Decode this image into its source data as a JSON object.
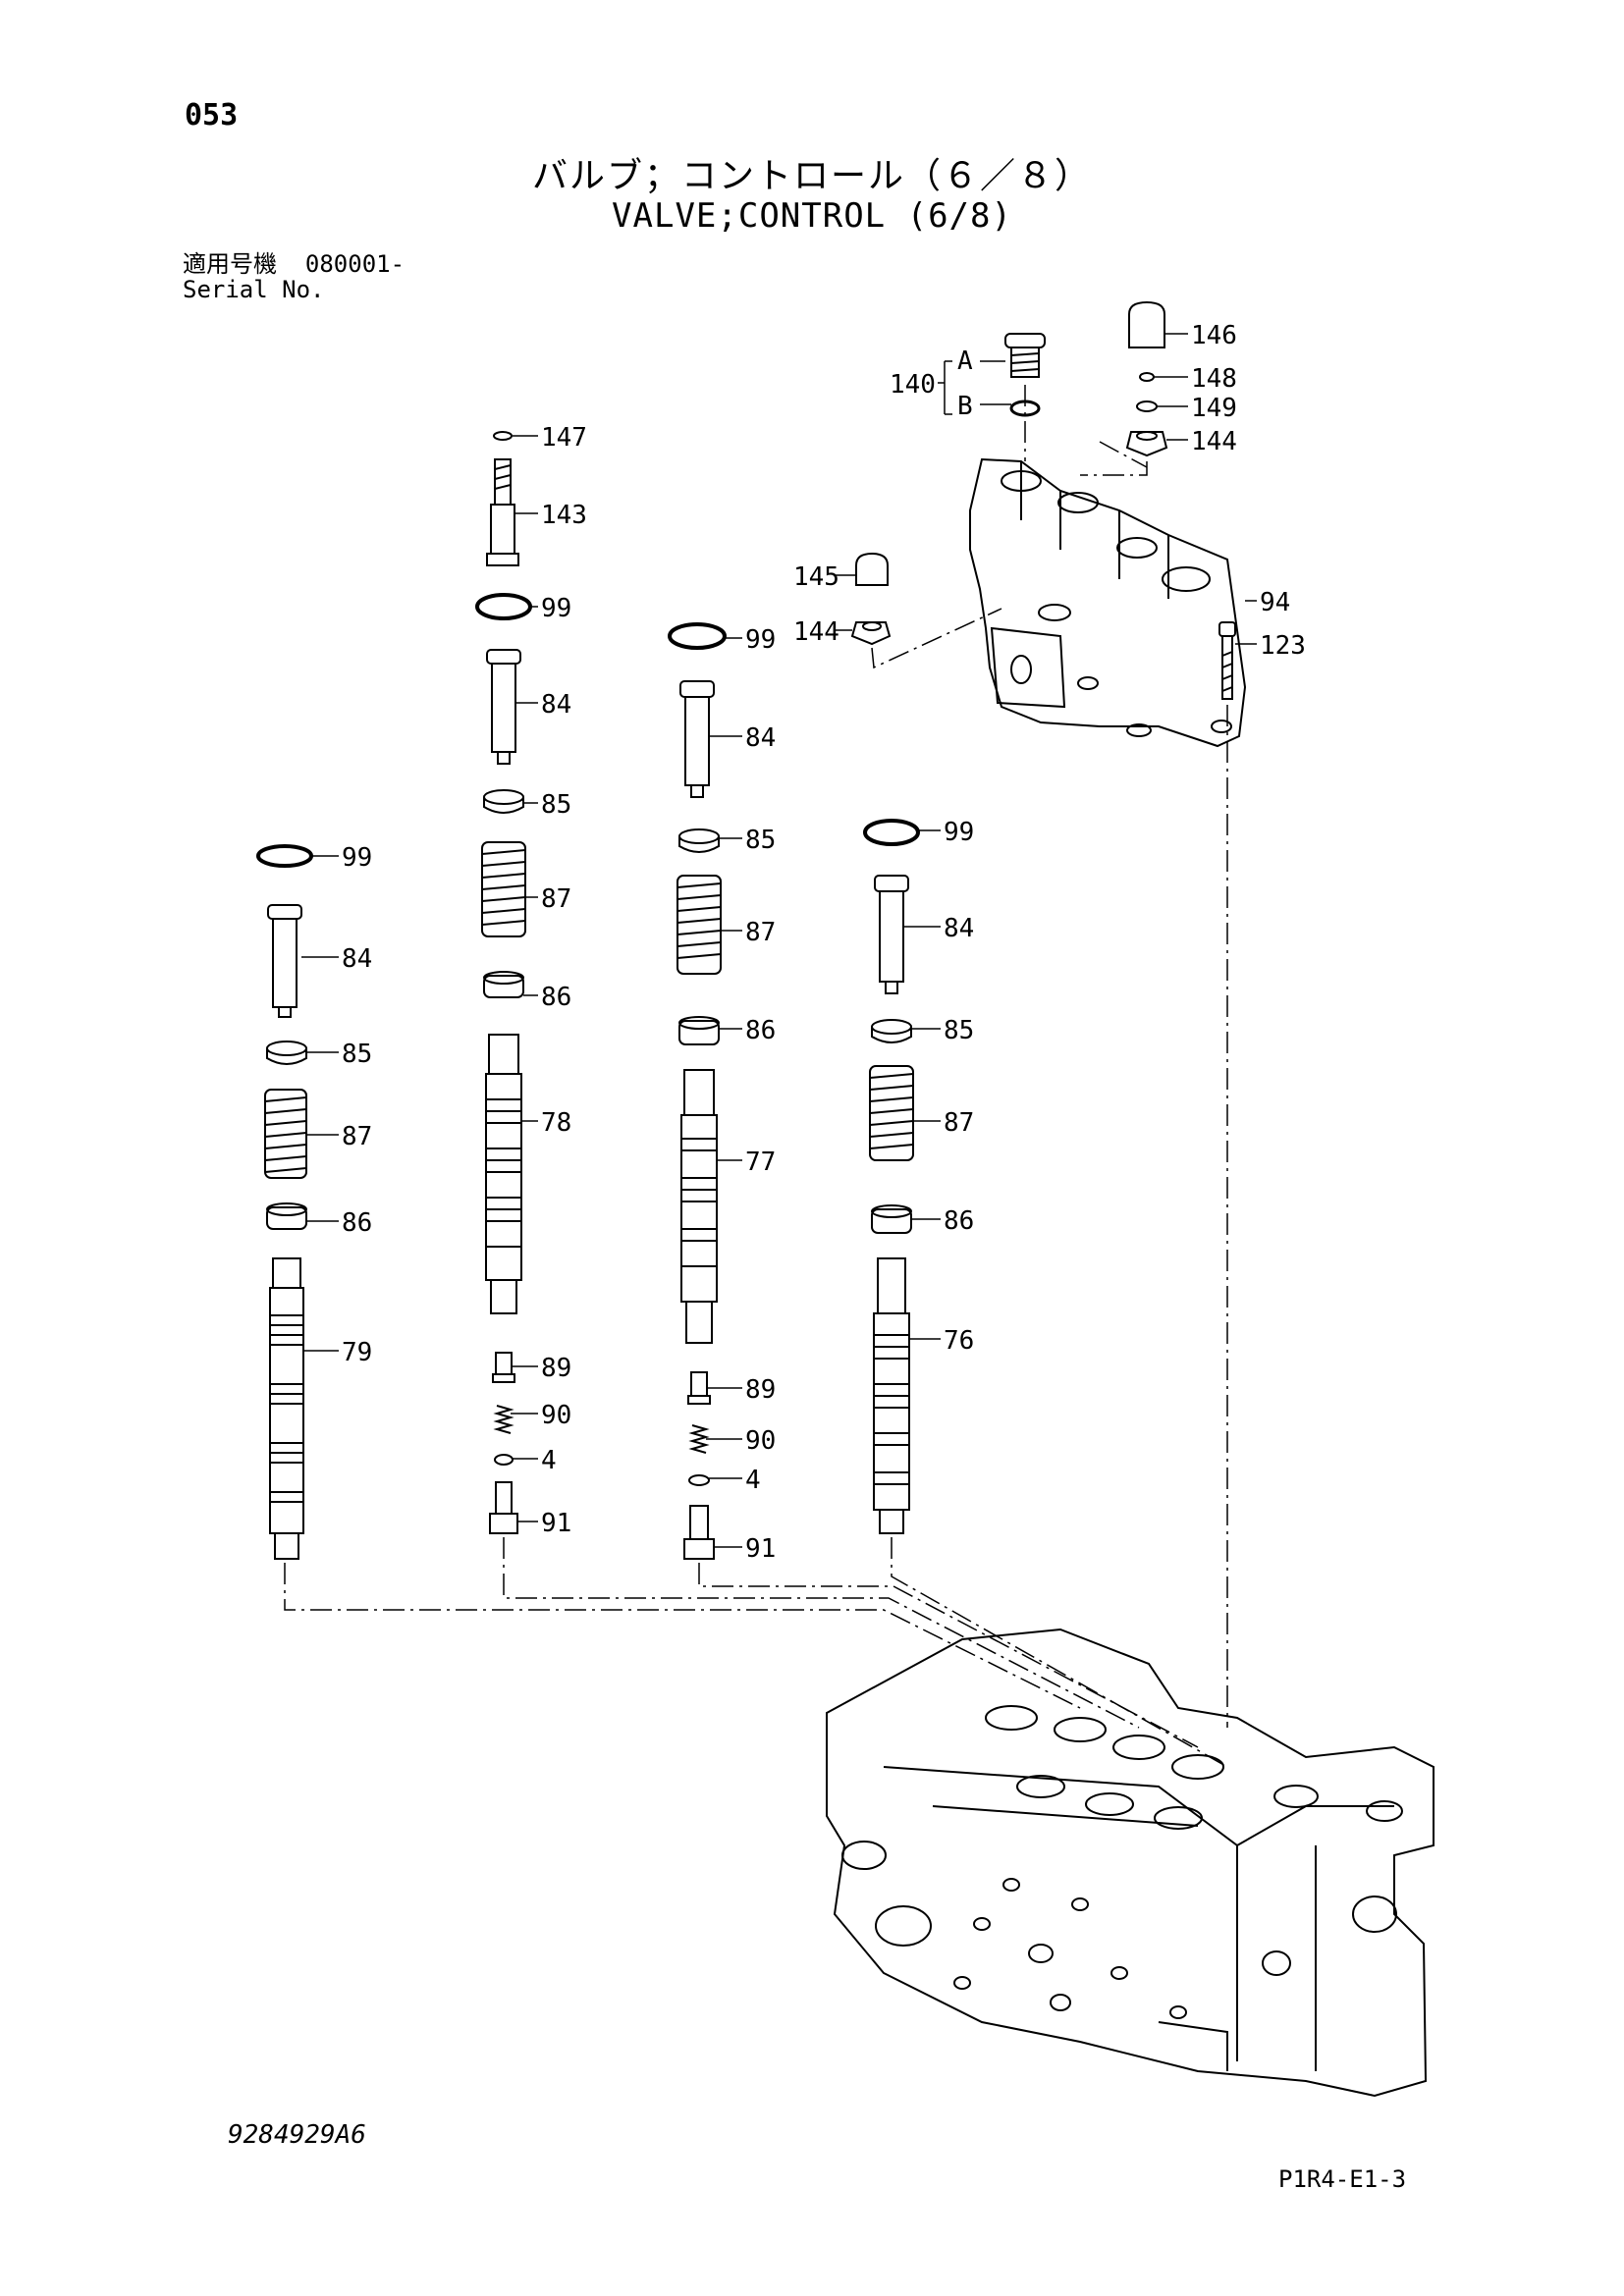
{
  "header": {
    "page_number": "053",
    "title_jp": "バルブ；コントロール（６／８）",
    "title_en": "VALVE;CONTROL (6/8)",
    "serial_label_jp": "適用号機",
    "serial_value": "080001-",
    "serial_label_en": "Serial No."
  },
  "callouts": {
    "p147": "147",
    "p143": "143",
    "p99": "99",
    "p84": "84",
    "p85": "85",
    "p87": "87",
    "p86": "86",
    "p78": "78",
    "p77": "77",
    "p76": "76",
    "p79": "79",
    "p89": "89",
    "p90": "90",
    "p4": "4",
    "p91": "91",
    "p140": "140",
    "pA": "A",
    "pB": "B",
    "p146": "146",
    "p148": "148",
    "p149": "149",
    "p144": "144",
    "p145": "145",
    "p94": "94",
    "p123": "123"
  },
  "footer": {
    "drawing_number": "9284929A6",
    "page_code": "P1R4-E1-3"
  }
}
